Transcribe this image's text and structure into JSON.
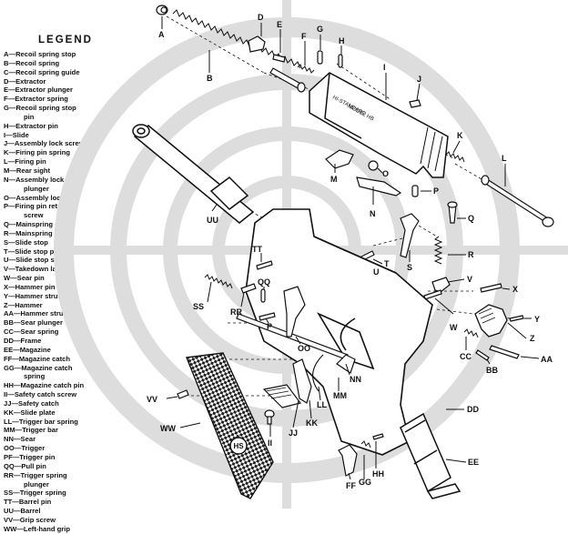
{
  "legend": {
    "title": "LEGEND",
    "items": [
      {
        "text": "A—Recoil spring stop"
      },
      {
        "text": "B—Recoil spring"
      },
      {
        "text": "C—Recoil spring guide"
      },
      {
        "text": "D—Extractor"
      },
      {
        "text": "E—Extractor plunger"
      },
      {
        "text": "F—Extractor spring"
      },
      {
        "text": "G—Recoil spring stop"
      },
      {
        "text": "pin",
        "wrap": true
      },
      {
        "text": "H—Extractor pin"
      },
      {
        "text": "I—Slide"
      },
      {
        "text": "J—Assembly lock screw"
      },
      {
        "text": "K—Firing pin spring"
      },
      {
        "text": "L—Firing pin"
      },
      {
        "text": "M—Rear sight"
      },
      {
        "text": "N—Assembly lock"
      },
      {
        "text": "plunger",
        "wrap": true
      },
      {
        "text": "O—Assembly lock"
      },
      {
        "text": "P—Firing pin retaining"
      },
      {
        "text": "screw",
        "wrap": true
      },
      {
        "text": "Q—Mainspring guide"
      },
      {
        "text": "R—Mainspring"
      },
      {
        "text": "S—Slide stop"
      },
      {
        "text": "T—Slide stop plunger"
      },
      {
        "text": "U—Slide stop spring"
      },
      {
        "text": "V—Takedown latch"
      },
      {
        "text": "W—Sear pin"
      },
      {
        "text": "X—Hammer pin"
      },
      {
        "text": "Y—Hammer strut pin"
      },
      {
        "text": "Z—Hammer"
      },
      {
        "text": "AA—Hammer strut"
      },
      {
        "text": "BB—Sear plunger"
      },
      {
        "text": "CC—Sear spring"
      },
      {
        "text": "DD—Frame"
      },
      {
        "text": "EE—Magazine"
      },
      {
        "text": "FF—Magazine catch"
      },
      {
        "text": "GG—Magazine catch"
      },
      {
        "text": "spring",
        "wrap": true
      },
      {
        "text": "HH—Magazine catch pin"
      },
      {
        "text": "II—Safety catch screw"
      },
      {
        "text": "JJ—Safety catch"
      },
      {
        "text": "KK—Slide plate"
      },
      {
        "text": "LL—Trigger bar spring"
      },
      {
        "text": "MM—Trigger bar"
      },
      {
        "text": "NN—Sear"
      },
      {
        "text": "OO—Trigger"
      },
      {
        "text": "PF—Trigger pin"
      },
      {
        "text": "QQ—Pull pin"
      },
      {
        "text": "RR—Trigger spring"
      },
      {
        "text": "plunger",
        "wrap": true
      },
      {
        "text": "SS—Trigger spring"
      },
      {
        "text": "TT—Barrel pin"
      },
      {
        "text": "UU—Barrel"
      },
      {
        "text": "VV—Grip screw"
      },
      {
        "text": "WW—Left-hand grip"
      }
    ]
  },
  "engraving": {
    "brand": "HI-STANDARD",
    "model": "MODEL HB",
    "grip_logo": "HS"
  },
  "callouts": [
    {
      "label": "A"
    },
    {
      "label": "B"
    },
    {
      "label": "D"
    },
    {
      "label": "E"
    },
    {
      "label": "F"
    },
    {
      "label": "G"
    },
    {
      "label": "H"
    },
    {
      "label": "I"
    },
    {
      "label": "J"
    },
    {
      "label": "K"
    },
    {
      "label": "L"
    },
    {
      "label": "M"
    },
    {
      "label": "N"
    },
    {
      "label": "O"
    },
    {
      "label": "P"
    },
    {
      "label": "Q"
    },
    {
      "label": "R"
    },
    {
      "label": "S"
    },
    {
      "label": "T"
    },
    {
      "label": "U"
    },
    {
      "label": "V"
    },
    {
      "label": "X"
    },
    {
      "label": "W"
    },
    {
      "label": "Y"
    },
    {
      "label": "Z"
    },
    {
      "label": "AA"
    },
    {
      "label": "BB"
    },
    {
      "label": "CC"
    },
    {
      "label": "DD"
    },
    {
      "label": "EE"
    },
    {
      "label": "FF"
    },
    {
      "label": "GG"
    },
    {
      "label": "HH"
    },
    {
      "label": "II"
    },
    {
      "label": "JJ"
    },
    {
      "label": "KK"
    },
    {
      "label": "LL"
    },
    {
      "label": "MM"
    },
    {
      "label": "NN"
    },
    {
      "label": "OO"
    },
    {
      "label": "P"
    },
    {
      "label": "QQ"
    },
    {
      "label": "RR"
    },
    {
      "label": "SS"
    },
    {
      "label": "TT"
    },
    {
      "label": "UU"
    },
    {
      "label": "VV"
    },
    {
      "label": "WW"
    }
  ],
  "colors": {
    "ink": "#111111",
    "target_rings": "#dedede",
    "paper": "#ffffff"
  }
}
